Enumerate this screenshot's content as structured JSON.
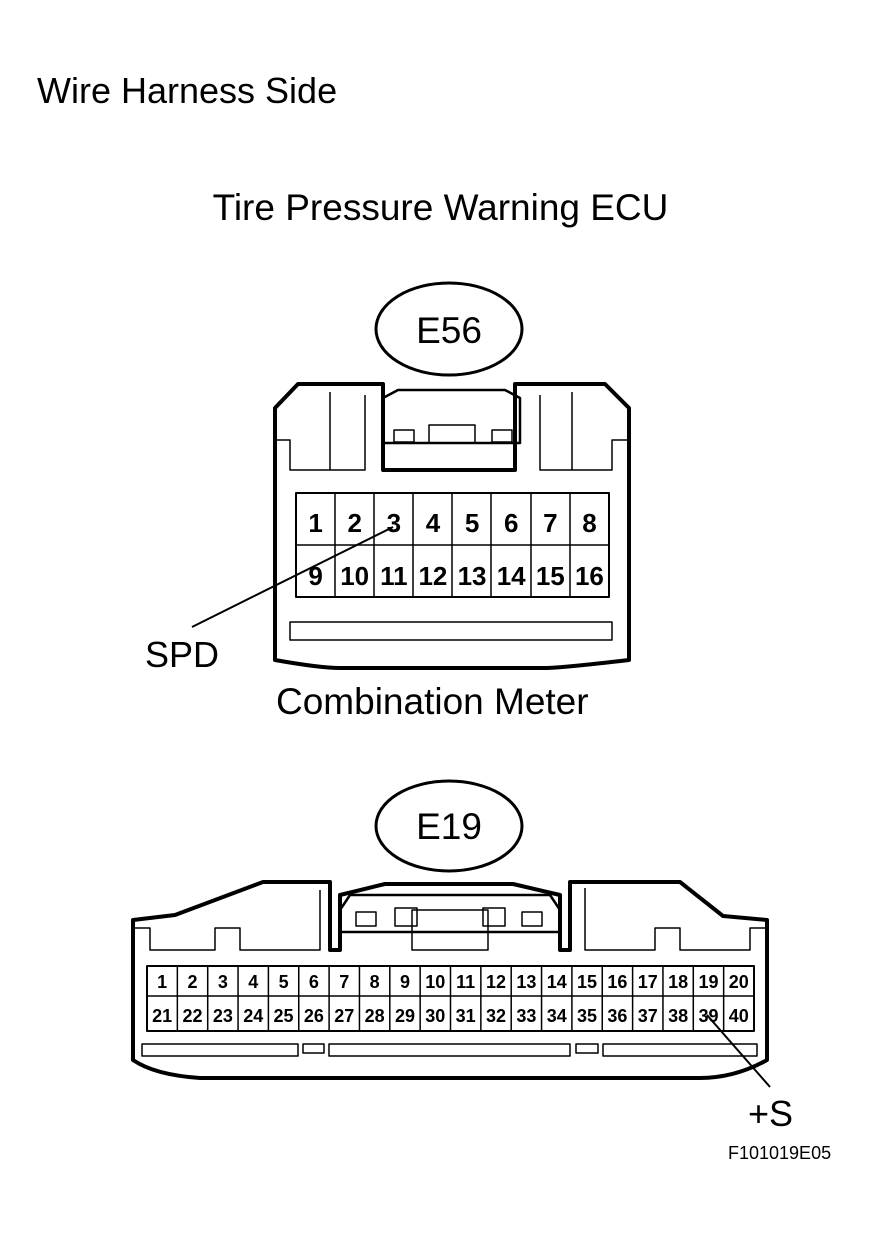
{
  "title": "Wire Harness Side",
  "ecu_label": "Tire Pressure Warning ECU",
  "meter_label": "Combination Meter",
  "connector_e56": {
    "code": "E56",
    "row1": [
      "1",
      "2",
      "3",
      "4",
      "5",
      "6",
      "7",
      "8"
    ],
    "row2": [
      "9",
      "10",
      "11",
      "12",
      "13",
      "14",
      "15",
      "16"
    ],
    "callout": "SPD"
  },
  "connector_e19": {
    "code": "E19",
    "row1": [
      "1",
      "2",
      "3",
      "4",
      "5",
      "6",
      "7",
      "8",
      "9",
      "10",
      "11",
      "12",
      "13",
      "14",
      "15",
      "16",
      "17",
      "18",
      "19",
      "20"
    ],
    "row2": [
      "21",
      "22",
      "23",
      "24",
      "25",
      "26",
      "27",
      "28",
      "29",
      "30",
      "31",
      "32",
      "33",
      "34",
      "35",
      "36",
      "37",
      "38",
      "39",
      "40"
    ],
    "callout": "+S"
  },
  "figure_id": "F101019E05"
}
